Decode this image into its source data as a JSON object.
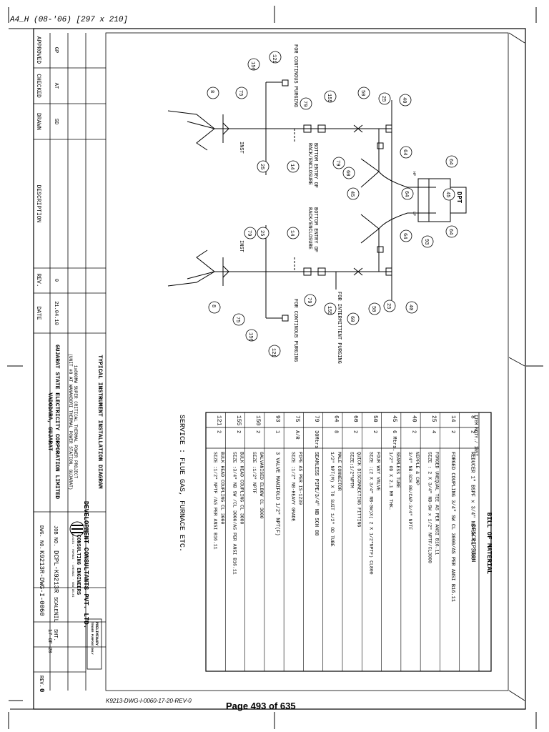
{
  "sheet_header": "A4_H (08-'06)  [297 x 210]",
  "footer_code": "K9213-DWG-I-0060-17-20-REV-0",
  "page_label": "Page 493 of 635",
  "approval": {
    "rows": [
      {
        "label": "APPROVED",
        "initials": "GP"
      },
      {
        "label": "CHECKED",
        "initials": "AT"
      },
      {
        "label": "DRAWN",
        "initials": "SD"
      }
    ],
    "description_header": "DESCRIPTION",
    "rev_header": "REV.",
    "date_header": "DATE",
    "rev_value": "0",
    "date_value": "21.04.10"
  },
  "title_block": {
    "drawing_title": "TYPICAL INSTRUMENT INSTALLATION DIAGRAM",
    "project_line1": "1x800MW SUPER CRITICAL THERMAL POWER PROJECT",
    "project_line2": "(UNIT #8 AT WANAKBORI THERMAL POWER STATION, GUJARAT)",
    "client_line1": "GUJARAT STATE ELECTRICITY CORPORATION LIMITED",
    "client_line2": "VADODARA, GUJARAT",
    "company_name": "DEVELOPMENT CONSULTANTS PVT. LTD.",
    "company_sub": "CONSULTING ENGINEERS",
    "company_cities": "KOLKATA · MUMBAI · CHENNAI · NEW DELHI",
    "job_no_label": "JOB NO.",
    "job_no": "DCPL-K9213R",
    "scale_label": "SCALE",
    "scale": "NIL",
    "sht_label": "SHT.",
    "sht": "17 OF 20",
    "dwg_no_label": "DWG. NO.",
    "dwg_no": "K9213R-DWG-I-0060",
    "rev_label": "REV.",
    "rev": "0",
    "stamp_line1": "PRELIMINARY",
    "stamp_line2": "TENDER PURPOSE ONLY"
  },
  "service_note": "SERVICE : FLUE GAS, FURNACE ETC.",
  "bom": {
    "title": "BILL OF MATERIAL",
    "col_item": "ITEM NO.",
    "col_qty": "QTY./ INST",
    "col_desc": "DESCRIPTION",
    "rows": [
      {
        "item": "8",
        "qty": "2",
        "desc": [
          "REDUCER 1\" BSPF x 3/4\" NB-SW CL 3000"
        ]
      },
      {
        "item": "14",
        "qty": "2",
        "desc": [
          "FORGED COUPLING 3/4\" SW CL 3000/AS PER ANSI B16.11"
        ]
      },
      {
        "item": "25",
        "qty": "4",
        "desc": [
          "FORGED UNEQUAL TEE AS PER ANSI B16.11",
          "SIZE : 2 X 3/4\" NB-SW x 1/2\" NPTF/CL3000"
        ]
      },
      {
        "item": "40",
        "qty": "2",
        "desc": [
          "NIPPLE & CAP",
          "3/4\" NB-SCH 80/CAP-3/4\" NPTF"
        ]
      },
      {
        "item": "45",
        "qty": "6 Mtrs.",
        "desc": [
          "SEAMLESS TUBE",
          "1/2\" OD X 2.1 MM THK."
        ]
      },
      {
        "item": "50",
        "qty": "2",
        "desc": [
          "FOUR WAY VALVE",
          "SIZE :(2 X 3/4\" NB-SW)X( 2 X 1/2\"NPTF) CL800"
        ]
      },
      {
        "item": "60",
        "qty": "2",
        "desc": [
          "QUICK DISCONNECTING FITTING",
          "SIZE:1/2\"NPTM"
        ]
      },
      {
        "item": "64",
        "qty": "8",
        "desc": [
          "MALE CONNECTOR",
          "1/2\" NPT(M) X TO SUIT 1/2\" OD TUBE"
        ]
      },
      {
        "item": "79",
        "qty": "30Mtrs",
        "desc": [
          "SEAMLESS PIPE/3/4\" NB SCH 80"
        ]
      },
      {
        "item": "75",
        "qty": "A/R",
        "desc": [
          "PIPE  AS PER IS-1239",
          "SIZE :1/2\" NB-HEAVY GRADE"
        ]
      },
      {
        "item": "93",
        "qty": "1",
        "desc": [
          "3 VALVE MANIFOLD 1/2\" NPT(F)"
        ]
      },
      {
        "item": "150",
        "qty": "2",
        "desc": [
          "GALVANISED ELBOW CL 3000",
          "SIZE :1/2\" NPTF"
        ]
      },
      {
        "item": "155",
        "qty": "2",
        "desc": [
          "BULK HEAD COUPLING CL 3000",
          "SIZE :3/4\" NB SW /CL 3000/AS PER ANSI B16.11"
        ]
      },
      {
        "item": "121",
        "qty": "2",
        "desc": [
          "BULK HEAD COUPLING CL 3000",
          "SIZE :1/2\" NPTF /AS PER ANSI B16.11"
        ]
      }
    ]
  },
  "diagram": {
    "dpt_label": "DPT",
    "hp_label": "HP",
    "lp_label": "LP",
    "inst_label": "INST",
    "purging_continuous": "FOR CONTINOUS PURGING",
    "purging_intermittent": "FOR INTERMITTENT PURGING",
    "bottom_entry": "BOTTOM ENTRY OF",
    "rack_enclosure": "RACK/ENCLOSURE",
    "tags_left": [
      "121",
      "150",
      "75",
      "8",
      "79",
      "25",
      "14",
      "155",
      "79",
      "60",
      "50",
      "25",
      "40",
      "64",
      "45",
      "64"
    ],
    "tags_dpt": [
      "64",
      "45",
      "64",
      "93"
    ],
    "tags_right": [
      "64",
      "14",
      "25",
      "79",
      "79",
      "155",
      "50",
      "60",
      "25",
      "40",
      "8",
      "75",
      "150",
      "121"
    ]
  }
}
